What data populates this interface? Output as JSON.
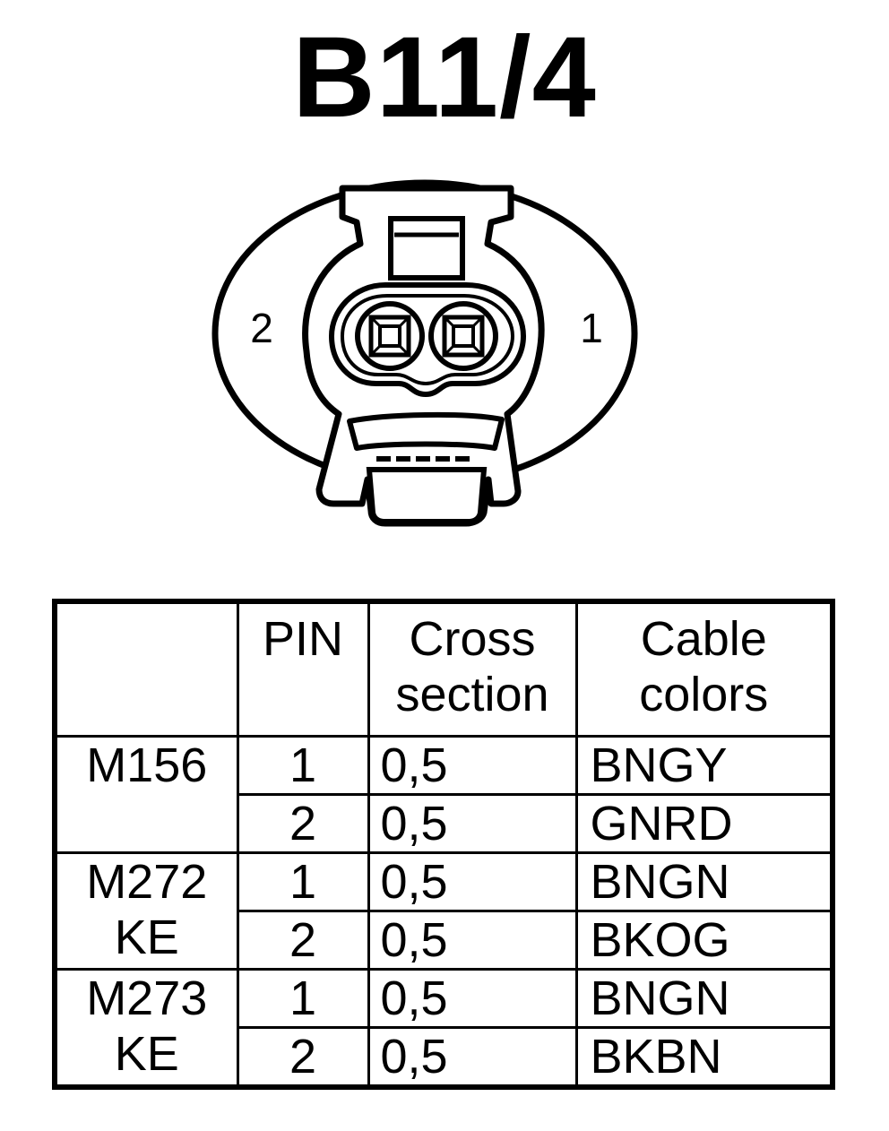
{
  "title": "B11/4",
  "connector": {
    "pin_label_left": "2",
    "pin_label_right": "1"
  },
  "table": {
    "headers": {
      "engine": "",
      "pin": "PIN",
      "cross_section": [
        "Cross",
        "section"
      ],
      "cable_colors": [
        "Cable",
        "colors"
      ]
    },
    "groups": [
      {
        "engine": [
          "M156"
        ],
        "rows": [
          {
            "pin": "1",
            "cross_section": "0,5",
            "cable_color": "BNGY"
          },
          {
            "pin": "2",
            "cross_section": "0,5",
            "cable_color": "GNRD"
          }
        ]
      },
      {
        "engine": [
          "M272",
          "KE"
        ],
        "rows": [
          {
            "pin": "1",
            "cross_section": "0,5",
            "cable_color": "BNGN"
          },
          {
            "pin": "2",
            "cross_section": "0,5",
            "cable_color": "BKOG"
          }
        ]
      },
      {
        "engine": [
          "M273",
          "KE"
        ],
        "rows": [
          {
            "pin": "1",
            "cross_section": "0,5",
            "cable_color": "BNGN"
          },
          {
            "pin": "2",
            "cross_section": "0,5",
            "cable_color": "BKBN"
          }
        ]
      }
    ]
  }
}
